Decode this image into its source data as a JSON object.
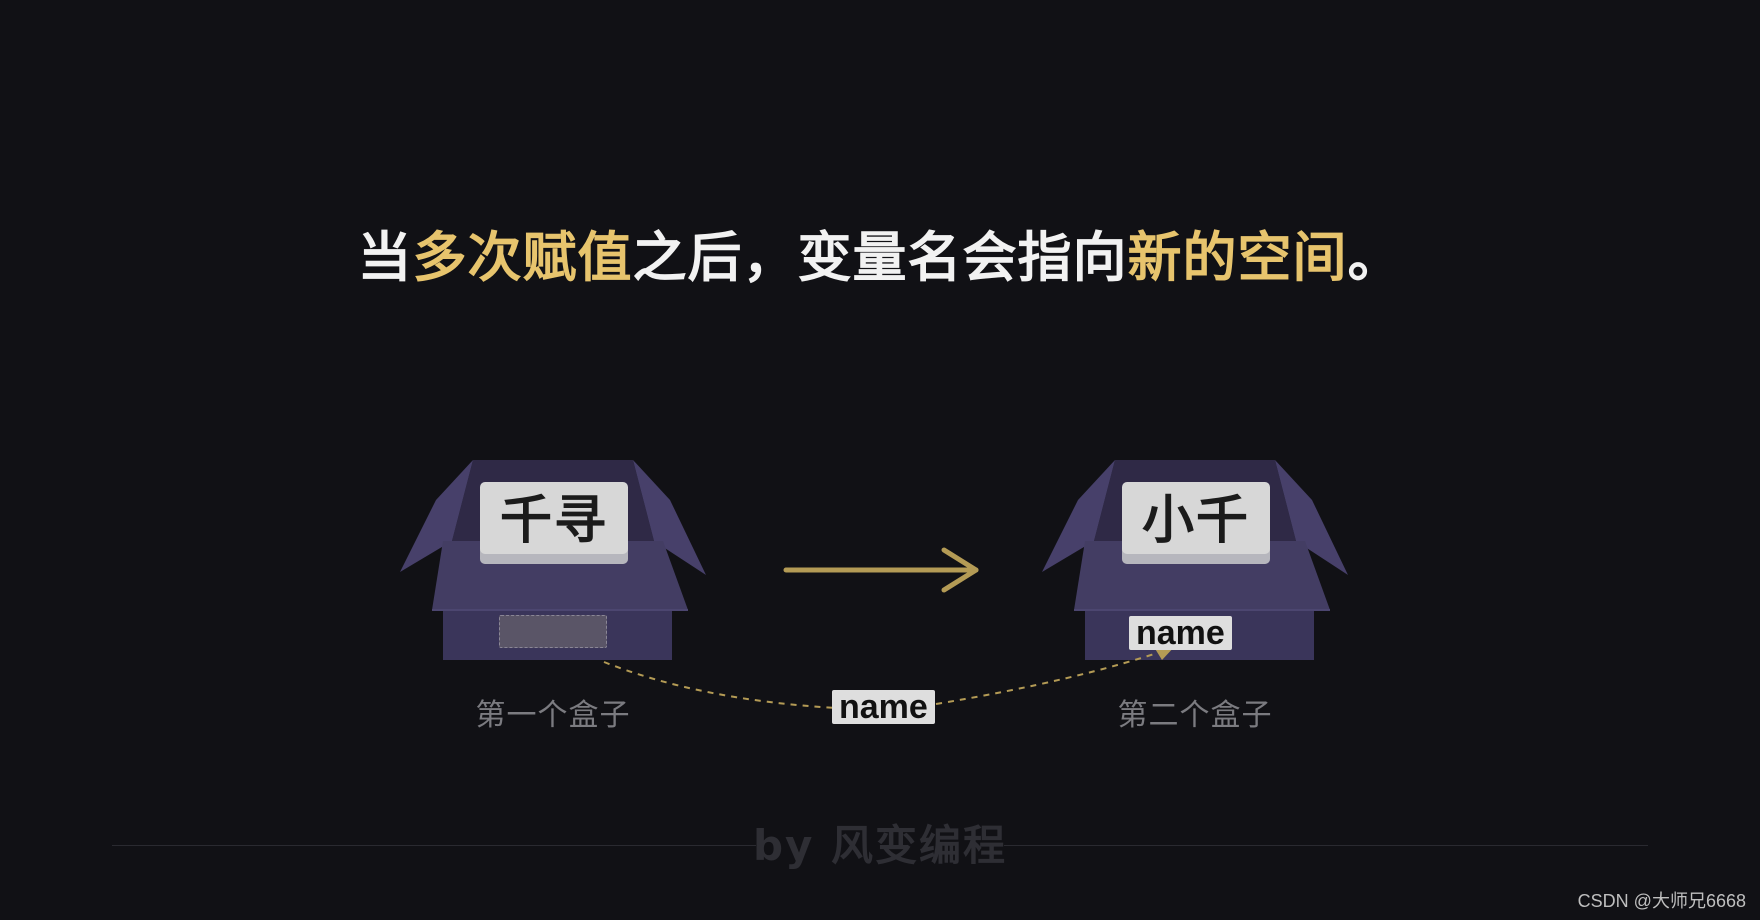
{
  "title": {
    "part1": "当",
    "highlight1": "多次赋值",
    "part2": "之后，变量名会指向",
    "highlight2": "新的空间",
    "part3": "。"
  },
  "boxes": [
    {
      "label": "千寻",
      "caption": "第一个盒子"
    },
    {
      "label": "小千",
      "caption": "第二个盒子"
    }
  ],
  "variable_tags": {
    "in_box": "name",
    "moving": "name"
  },
  "footer": "by 风变编程",
  "watermark": "CSDN @大师兄6668",
  "colors": {
    "background": "#111115",
    "highlight": "#e7c46d",
    "box": "#433d63",
    "arrow": "#b49b55"
  }
}
